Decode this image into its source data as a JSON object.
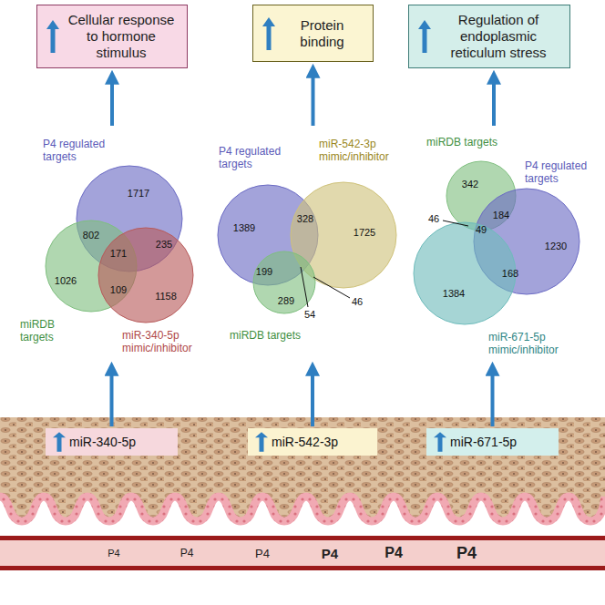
{
  "diagram": {
    "nodes": [
      {
        "text": [
          "Cellular response to hormone stimulus"
        ]
      },
      {
        "text": [
          "Protein binding"
        ]
      },
      {
        "text": [
          "Regulation of endoplasmic reticulum stress"
        ]
      },
      {
        "text": [
          "P4 regulated targets",
          "miRDB targets",
          "miR-340-5p mimic/inhibitor",
          "1717",
          "802",
          "171",
          "235",
          "1026",
          "109",
          "1158"
        ]
      },
      {
        "text": [
          "P4 regulated targets",
          "miR-542-3p mimic/inhibitor",
          "miRDB targets",
          "1389",
          "328",
          "1725",
          "199",
          "289",
          "54",
          "46"
        ]
      },
      {
        "text": [
          "miRDB targets",
          "P4 regulated targets",
          "miR-671-5p mimic/inhibitor",
          "342",
          "184",
          "46",
          "49",
          "168",
          "1230",
          "1384"
        ]
      },
      {
        "text": [
          "miR-340-5p"
        ]
      },
      {
        "text": [
          "miR-542-3p"
        ]
      },
      {
        "text": [
          "miR-671-5p"
        ]
      },
      {
        "text": [
          "P4",
          "P4",
          "P4",
          "P4",
          "P4",
          "P4"
        ]
      }
    ],
    "edges": [
      {
        "from": 6,
        "to": 3,
        "arrow": "to"
      },
      {
        "from": 3,
        "to": 0,
        "arrow": "to"
      },
      {
        "from": 7,
        "to": 4,
        "arrow": "to"
      },
      {
        "from": 4,
        "to": 1,
        "arrow": "to"
      },
      {
        "from": 8,
        "to": 5,
        "arrow": "to"
      },
      {
        "from": 5,
        "to": 2,
        "arrow": "to"
      }
    ]
  }
}
